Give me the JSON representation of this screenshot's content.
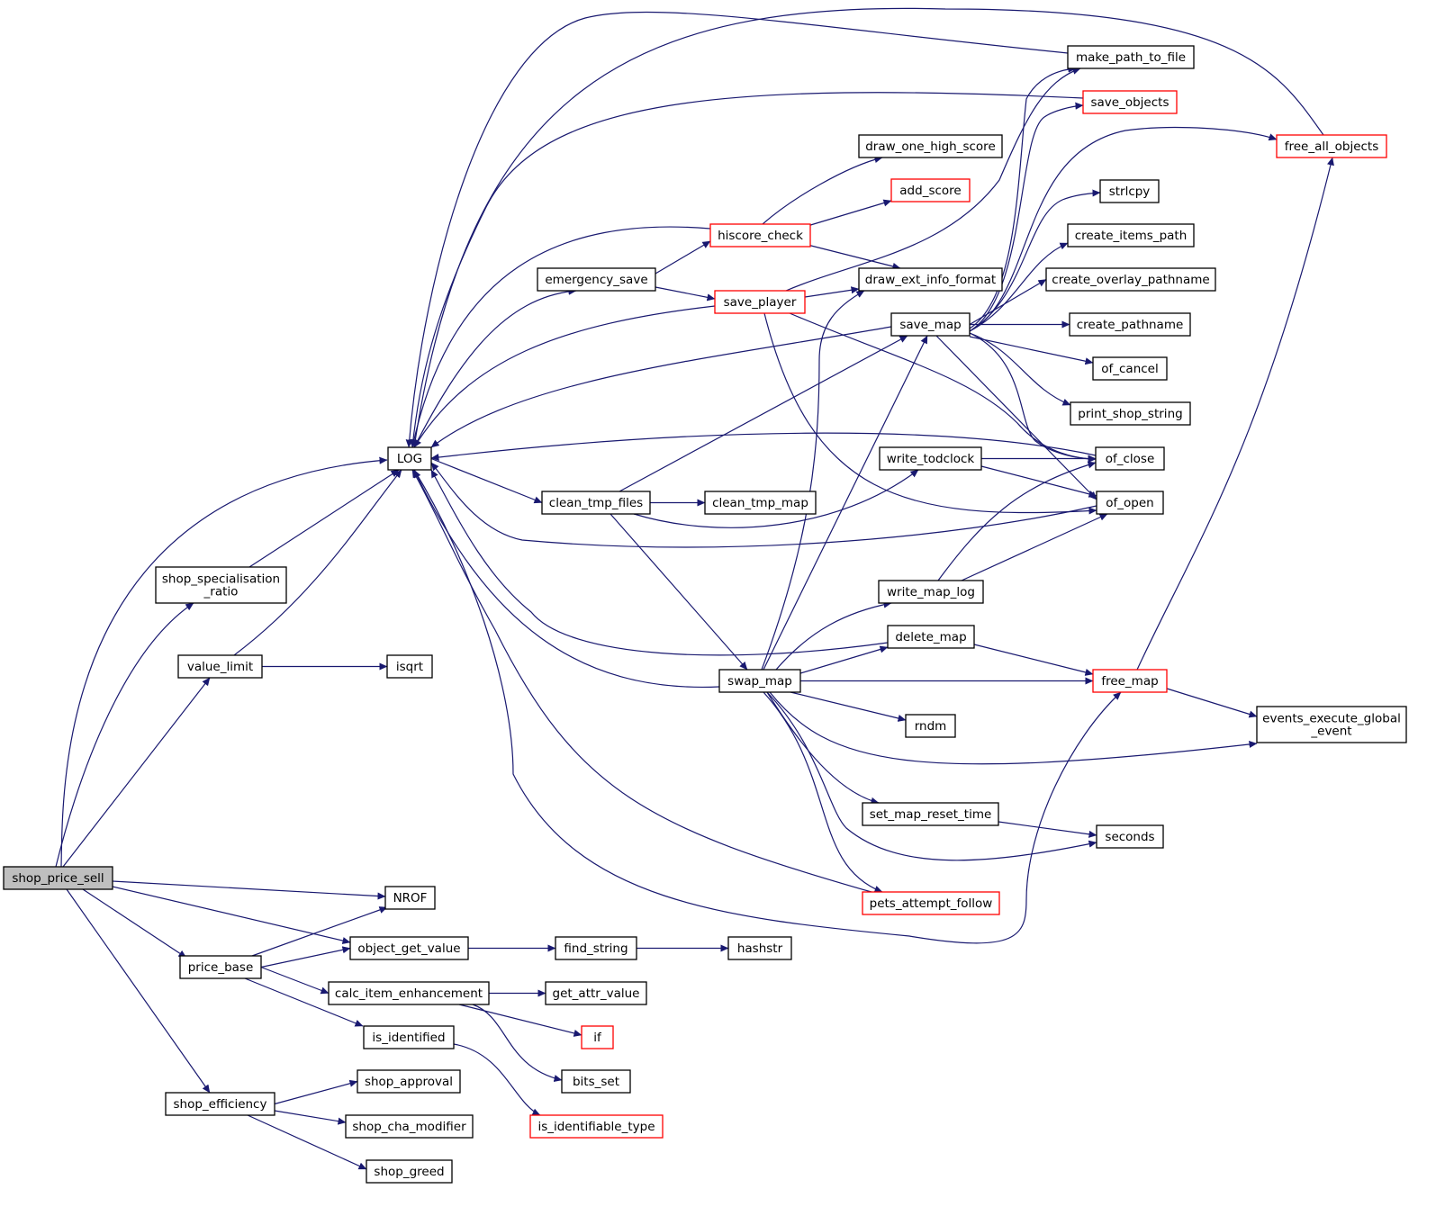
{
  "graph": {
    "nodes": [
      {
        "id": "shop_price_sell",
        "lines": [
          "shop_price_sell"
        ],
        "style": "root"
      },
      {
        "id": "LOG",
        "lines": [
          "LOG"
        ],
        "style": "normal"
      },
      {
        "id": "shop_specialisation_ratio",
        "lines": [
          "shop_specialisation",
          "_ratio"
        ],
        "style": "normal"
      },
      {
        "id": "value_limit",
        "lines": [
          "value_limit"
        ],
        "style": "normal"
      },
      {
        "id": "isqrt",
        "lines": [
          "isqrt"
        ],
        "style": "normal"
      },
      {
        "id": "NROF",
        "lines": [
          "NROF"
        ],
        "style": "normal"
      },
      {
        "id": "object_get_value",
        "lines": [
          "object_get_value"
        ],
        "style": "normal"
      },
      {
        "id": "price_base",
        "lines": [
          "price_base"
        ],
        "style": "normal"
      },
      {
        "id": "calc_item_enhancement",
        "lines": [
          "calc_item_enhancement"
        ],
        "style": "normal"
      },
      {
        "id": "is_identified",
        "lines": [
          "is_identified"
        ],
        "style": "normal"
      },
      {
        "id": "shop_efficiency",
        "lines": [
          "shop_efficiency"
        ],
        "style": "normal"
      },
      {
        "id": "shop_approval",
        "lines": [
          "shop_approval"
        ],
        "style": "normal"
      },
      {
        "id": "shop_cha_modifier",
        "lines": [
          "shop_cha_modifier"
        ],
        "style": "normal"
      },
      {
        "id": "shop_greed",
        "lines": [
          "shop_greed"
        ],
        "style": "normal"
      },
      {
        "id": "emergency_save",
        "lines": [
          "emergency_save"
        ],
        "style": "normal"
      },
      {
        "id": "clean_tmp_files",
        "lines": [
          "clean_tmp_files"
        ],
        "style": "normal"
      },
      {
        "id": "hiscore_check",
        "lines": [
          "hiscore_check"
        ],
        "style": "truncated"
      },
      {
        "id": "save_player",
        "lines": [
          "save_player"
        ],
        "style": "truncated"
      },
      {
        "id": "clean_tmp_map",
        "lines": [
          "clean_tmp_map"
        ],
        "style": "normal"
      },
      {
        "id": "swap_map",
        "lines": [
          "swap_map"
        ],
        "style": "normal"
      },
      {
        "id": "find_string",
        "lines": [
          "find_string"
        ],
        "style": "normal"
      },
      {
        "id": "hashstr",
        "lines": [
          "hashstr"
        ],
        "style": "normal"
      },
      {
        "id": "get_attr_value",
        "lines": [
          "get_attr_value"
        ],
        "style": "normal"
      },
      {
        "id": "if",
        "lines": [
          "if"
        ],
        "style": "truncated"
      },
      {
        "id": "bits_set",
        "lines": [
          "bits_set"
        ],
        "style": "normal"
      },
      {
        "id": "is_identifiable_type",
        "lines": [
          "is_identifiable_type"
        ],
        "style": "truncated"
      },
      {
        "id": "draw_one_high_score",
        "lines": [
          "draw_one_high_score"
        ],
        "style": "normal"
      },
      {
        "id": "add_score",
        "lines": [
          "add_score"
        ],
        "style": "truncated"
      },
      {
        "id": "draw_ext_info_format",
        "lines": [
          "draw_ext_info_format"
        ],
        "style": "normal"
      },
      {
        "id": "save_map",
        "lines": [
          "save_map"
        ],
        "style": "normal"
      },
      {
        "id": "write_todclock",
        "lines": [
          "write_todclock"
        ],
        "style": "normal"
      },
      {
        "id": "write_map_log",
        "lines": [
          "write_map_log"
        ],
        "style": "normal"
      },
      {
        "id": "delete_map",
        "lines": [
          "delete_map"
        ],
        "style": "normal"
      },
      {
        "id": "rndm",
        "lines": [
          "rndm"
        ],
        "style": "normal"
      },
      {
        "id": "set_map_reset_time",
        "lines": [
          "set_map_reset_time"
        ],
        "style": "normal"
      },
      {
        "id": "pets_attempt_follow",
        "lines": [
          "pets_attempt_follow"
        ],
        "style": "truncated"
      },
      {
        "id": "make_path_to_file",
        "lines": [
          "make_path_to_file"
        ],
        "style": "normal"
      },
      {
        "id": "save_objects",
        "lines": [
          "save_objects"
        ],
        "style": "truncated"
      },
      {
        "id": "strlcpy",
        "lines": [
          "strlcpy"
        ],
        "style": "normal"
      },
      {
        "id": "create_items_path",
        "lines": [
          "create_items_path"
        ],
        "style": "normal"
      },
      {
        "id": "create_overlay_pathname",
        "lines": [
          "create_overlay_pathname"
        ],
        "style": "normal"
      },
      {
        "id": "create_pathname",
        "lines": [
          "create_pathname"
        ],
        "style": "normal"
      },
      {
        "id": "of_cancel",
        "lines": [
          "of_cancel"
        ],
        "style": "normal"
      },
      {
        "id": "print_shop_string",
        "lines": [
          "print_shop_string"
        ],
        "style": "normal"
      },
      {
        "id": "of_close",
        "lines": [
          "of_close"
        ],
        "style": "normal"
      },
      {
        "id": "of_open",
        "lines": [
          "of_open"
        ],
        "style": "normal"
      },
      {
        "id": "free_map",
        "lines": [
          "free_map"
        ],
        "style": "truncated"
      },
      {
        "id": "seconds",
        "lines": [
          "seconds"
        ],
        "style": "normal"
      },
      {
        "id": "free_all_objects",
        "lines": [
          "free_all_objects"
        ],
        "style": "truncated"
      },
      {
        "id": "events_execute_global_event",
        "lines": [
          "events_execute_global",
          "_event"
        ],
        "style": "normal"
      }
    ],
    "edges": [
      [
        "shop_price_sell",
        "LOG"
      ],
      [
        "shop_price_sell",
        "shop_specialisation_ratio"
      ],
      [
        "shop_price_sell",
        "value_limit"
      ],
      [
        "shop_price_sell",
        "NROF"
      ],
      [
        "shop_price_sell",
        "object_get_value"
      ],
      [
        "shop_price_sell",
        "price_base"
      ],
      [
        "shop_price_sell",
        "shop_efficiency"
      ],
      [
        "shop_specialisation_ratio",
        "LOG"
      ],
      [
        "value_limit",
        "LOG"
      ],
      [
        "value_limit",
        "isqrt"
      ],
      [
        "price_base",
        "NROF"
      ],
      [
        "price_base",
        "object_get_value"
      ],
      [
        "price_base",
        "calc_item_enhancement"
      ],
      [
        "price_base",
        "is_identified"
      ],
      [
        "object_get_value",
        "find_string"
      ],
      [
        "find_string",
        "hashstr"
      ],
      [
        "calc_item_enhancement",
        "get_attr_value"
      ],
      [
        "calc_item_enhancement",
        "if"
      ],
      [
        "calc_item_enhancement",
        "bits_set"
      ],
      [
        "is_identified",
        "is_identifiable_type"
      ],
      [
        "shop_efficiency",
        "shop_approval"
      ],
      [
        "shop_efficiency",
        "shop_cha_modifier"
      ],
      [
        "shop_efficiency",
        "shop_greed"
      ],
      [
        "LOG",
        "emergency_save"
      ],
      [
        "LOG",
        "clean_tmp_files"
      ],
      [
        "LOG",
        "free_map"
      ],
      [
        "emergency_save",
        "hiscore_check"
      ],
      [
        "emergency_save",
        "save_player"
      ],
      [
        "hiscore_check",
        "draw_one_high_score"
      ],
      [
        "hiscore_check",
        "add_score"
      ],
      [
        "hiscore_check",
        "draw_ext_info_format"
      ],
      [
        "hiscore_check",
        "LOG"
      ],
      [
        "save_player",
        "draw_ext_info_format"
      ],
      [
        "save_player",
        "make_path_to_file"
      ],
      [
        "save_player",
        "of_close"
      ],
      [
        "save_player",
        "of_open"
      ],
      [
        "save_player",
        "LOG"
      ],
      [
        "clean_tmp_files",
        "clean_tmp_map"
      ],
      [
        "clean_tmp_files",
        "swap_map"
      ],
      [
        "clean_tmp_files",
        "save_map"
      ],
      [
        "clean_tmp_files",
        "write_todclock"
      ],
      [
        "swap_map",
        "LOG"
      ],
      [
        "swap_map",
        "save_map"
      ],
      [
        "swap_map",
        "draw_ext_info_format"
      ],
      [
        "swap_map",
        "write_map_log"
      ],
      [
        "swap_map",
        "delete_map"
      ],
      [
        "swap_map",
        "free_map"
      ],
      [
        "swap_map",
        "rndm"
      ],
      [
        "swap_map",
        "events_execute_global_event"
      ],
      [
        "swap_map",
        "set_map_reset_time"
      ],
      [
        "swap_map",
        "seconds"
      ],
      [
        "swap_map",
        "pets_attempt_follow"
      ],
      [
        "save_map",
        "LOG"
      ],
      [
        "save_map",
        "make_path_to_file"
      ],
      [
        "save_map",
        "save_objects"
      ],
      [
        "save_map",
        "free_all_objects"
      ],
      [
        "save_map",
        "strlcpy"
      ],
      [
        "save_map",
        "create_items_path"
      ],
      [
        "save_map",
        "create_overlay_pathname"
      ],
      [
        "save_map",
        "create_pathname"
      ],
      [
        "save_map",
        "of_cancel"
      ],
      [
        "save_map",
        "print_shop_string"
      ],
      [
        "save_map",
        "of_close"
      ],
      [
        "save_map",
        "of_open"
      ],
      [
        "write_todclock",
        "of_close"
      ],
      [
        "write_todclock",
        "of_open"
      ],
      [
        "write_map_log",
        "of_close"
      ],
      [
        "write_map_log",
        "of_open"
      ],
      [
        "delete_map",
        "LOG"
      ],
      [
        "delete_map",
        "free_map"
      ],
      [
        "free_map",
        "events_execute_global_event"
      ],
      [
        "free_map",
        "free_all_objects"
      ],
      [
        "set_map_reset_time",
        "seconds"
      ],
      [
        "pets_attempt_follow",
        "LOG"
      ],
      [
        "make_path_to_file",
        "LOG"
      ],
      [
        "save_objects",
        "LOG"
      ],
      [
        "free_all_objects",
        "LOG"
      ],
      [
        "of_close",
        "LOG"
      ],
      [
        "of_open",
        "LOG"
      ]
    ]
  }
}
